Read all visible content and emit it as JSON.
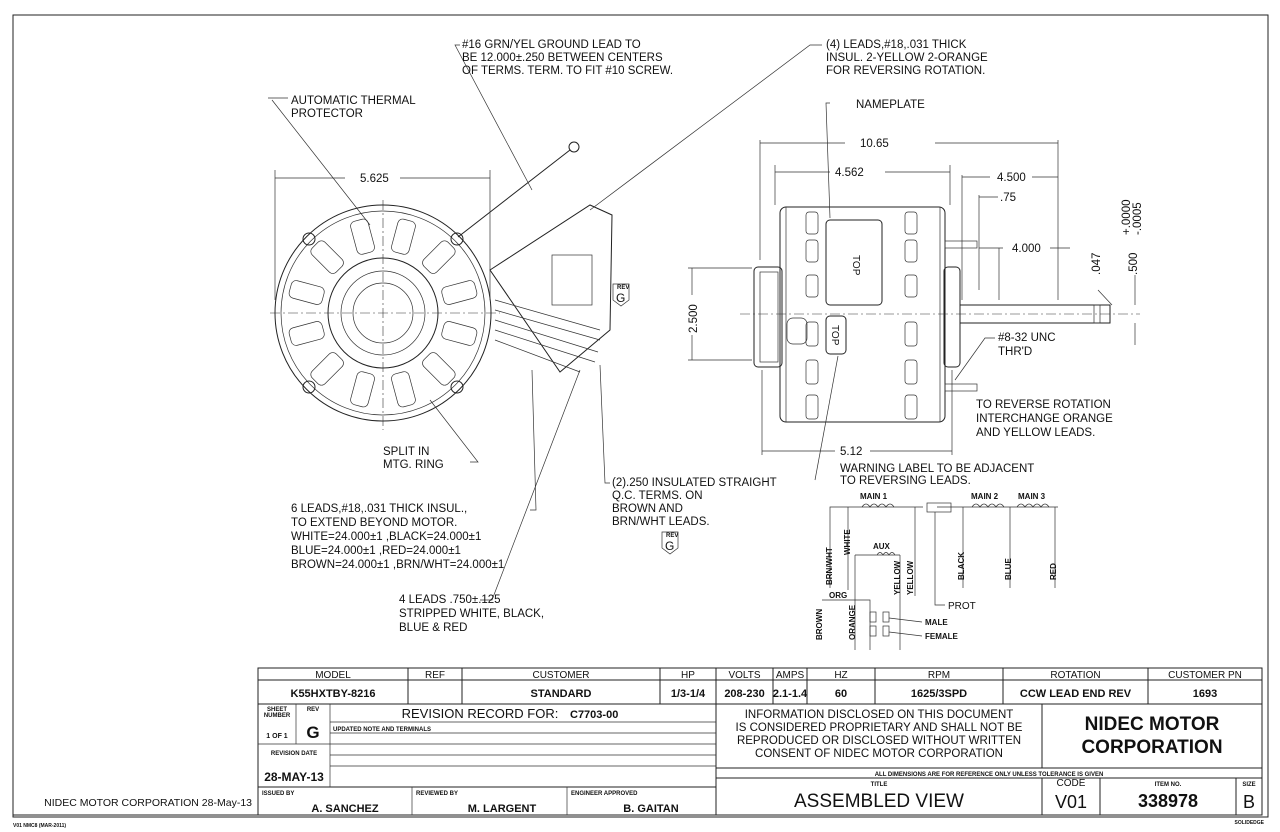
{
  "notes": {
    "ground_lead": [
      "#16 GRN/YEL GROUND LEAD TO",
      "BE 12.000±.250 BETWEEN CENTERS",
      "OF TERMS. TERM. TO FIT #10 SCREW."
    ],
    "thermal_protector": [
      "AUTOMATIC THERMAL",
      "PROTECTOR"
    ],
    "leads_4": [
      "(4) LEADS,#18,.031 THICK",
      "INSUL. 2-YELLOW 2-ORANGE",
      "FOR REVERSING ROTATION."
    ],
    "nameplate": "NAMEPLATE",
    "split_ring": [
      "SPLIT IN",
      "MTG. RING"
    ],
    "leads_6": [
      "6 LEADS,#18,.031 THICK INSUL.,",
      "TO EXTEND BEYOND MOTOR.",
      "WHITE=24.000±1 ,BLACK=24.000±1",
      "BLUE=24.000±1 ,RED=24.000±1",
      "BROWN=24.000±1 ,BRN/WHT=24.000±1"
    ],
    "leads_stripped": [
      "4 LEADS .750±.125",
      "STRIPPED WHITE, BLACK,",
      "BLUE & RED"
    ],
    "qc_terms": [
      "(2).250 INSULATED  STRAIGHT",
      "Q.C. TERMS. ON",
      "BROWN AND",
      "BRN/WHT LEADS."
    ],
    "thread": [
      "#8-32 UNC",
      "THR'D"
    ],
    "reverse_rotation": [
      "TO REVERSE ROTATION",
      "INTERCHANGE ORANGE",
      "AND YELLOW LEADS."
    ],
    "warning_label": [
      "WARNING LABEL TO BE ADJACENT",
      "TO REVERSING LEADS."
    ],
    "rev_tag": {
      "label": "REV",
      "value": "G"
    },
    "top_label": "TOP"
  },
  "dimensions": {
    "end_dia": "5.625",
    "overall": "10.65",
    "body": "4.562",
    "shaft_ext": "4.500",
    "flat_start": ".75",
    "flat_len": "4.000",
    "flat_depth": ".047",
    "shaft_dia": ".500",
    "tol_plus": "+.0000",
    "tol_minus": "-.0005",
    "hub_dia": "2.500",
    "ring_span": "5.12"
  },
  "wiring": {
    "coils": [
      "MAIN 1",
      "AUX",
      "MAIN 2",
      "MAIN 3"
    ],
    "leads": [
      "BRN/WHT",
      "WHITE",
      "YELLOW",
      "YELLOW",
      "BLACK",
      "BLUE",
      "RED",
      "ORG",
      "BROWN",
      "ORANGE"
    ],
    "prot": "PROT",
    "male": "MALE",
    "female": "FEMALE"
  },
  "title_block": {
    "headers": [
      "MODEL",
      "REF",
      "CUSTOMER",
      "HP",
      "VOLTS",
      "AMPS",
      "HZ",
      "RPM",
      "ROTATION",
      "CUSTOMER PN"
    ],
    "values": [
      "K55HXTBY-8216",
      "",
      "STANDARD",
      "1/3-1/4",
      "208-230",
      "2.1-1.4",
      "60",
      "1625/3SPD",
      "CCW LEAD END REV",
      "1693"
    ],
    "sheet_label": [
      "SHEET",
      "NUMBER"
    ],
    "sheet": "1 OF 1",
    "rev_label": "REV",
    "rev": "G",
    "revision_record_label": "REVISION RECORD FOR:",
    "revision_record": "C7703-00",
    "revision_note": "UPDATED NOTE AND TERMINALS",
    "revision_date_label": "REVISION DATE",
    "revision_date": "28-MAY-13",
    "issued_by_label": "ISSUED BY",
    "issued_by": "A. SANCHEZ",
    "reviewed_by_label": "REVIEWED BY",
    "reviewed_by": "M. LARGENT",
    "engineer_label": "ENGINEER APPROVED",
    "engineer": "B. GAITAN",
    "proprietary": [
      "INFORMATION DISCLOSED ON THIS DOCUMENT",
      "IS CONSIDERED PROPRIETARY AND SHALL NOT BE",
      "REPRODUCED OR DISCLOSED WITHOUT WRITTEN",
      "CONSENT OF NIDEC MOTOR CORPORATION"
    ],
    "company": [
      "NIDEC MOTOR",
      "CORPORATION"
    ],
    "dim_note": "ALL DIMENSIONS ARE FOR REFERENCE ONLY UNLESS TOLERANCE IS GIVEN",
    "title_label": "TITLE",
    "title": "ASSEMBLED VIEW",
    "code_label": "CODE",
    "code": "V01",
    "item_label": "ITEM NO.",
    "item": "338978",
    "size_label": "SIZE",
    "size": "B"
  },
  "footer": {
    "company_date": "NIDEC MOTOR CORPORATION 28-May-13",
    "form": "V01  NMC8 (MAR-2011)",
    "cad": "SOLIDEDGE"
  }
}
